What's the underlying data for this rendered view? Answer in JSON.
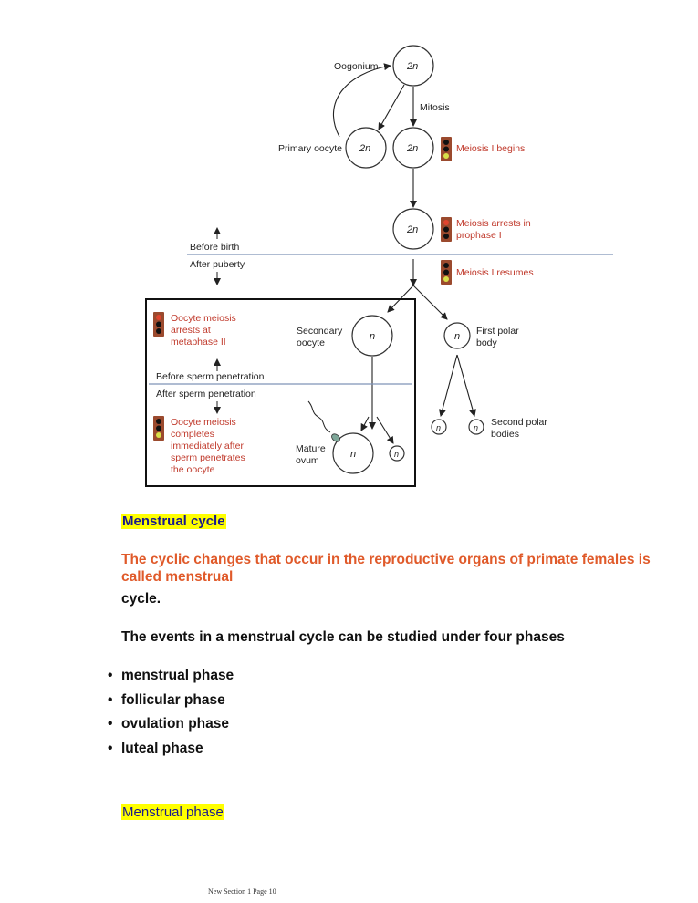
{
  "diagram": {
    "labels": {
      "oogonium": "Oogonium",
      "mitosis": "Mitosis",
      "primary_oocyte": "Primary oocyte",
      "meiosis_begins": "Meiosis I begins",
      "meiosis_arrests_1": "Meiosis arrests in",
      "meiosis_arrests_2": "prophase I",
      "before_birth": "Before birth",
      "after_puberty": "After puberty",
      "meiosis_resumes": "Meiosis I resumes",
      "arrest_meta_1": "Oocyte meiosis",
      "arrest_meta_2": "arrests at",
      "arrest_meta_3": "metaphase II",
      "secondary_oocyte_1": "Secondary",
      "secondary_oocyte_2": "oocyte",
      "first_polar_1": "First polar",
      "first_polar_2": "body",
      "before_sperm": "Before sperm penetration",
      "after_sperm": "After sperm penetration",
      "complete_1": "Oocyte meiosis",
      "complete_2": "completes",
      "complete_3": "immediately after",
      "complete_4": "sperm penetrates",
      "complete_5": "the oocyte",
      "mature_1": "Mature",
      "mature_2": "ovum",
      "second_polar_1": "Second polar",
      "second_polar_2": "bodies",
      "diploid": "2n",
      "haploid": "n"
    }
  },
  "headings": {
    "menstrual_cycle": "Menstrual cycle",
    "menstrual_phase": "Menstrual phase"
  },
  "body": {
    "intro": "The cyclic changes that occur in the reproductive organs of primate females is called menstrual",
    "intro_tail": "cycle.",
    "events": "The events in a menstrual cycle can be studied under four phases",
    "bullet": "•",
    "phases": [
      "menstrual phase",
      "follicular phase",
      "ovulation phase",
      "luteal phase"
    ]
  },
  "footer": "New Section 1 Page 10",
  "colors": {
    "heading_text": "#1a1a8c",
    "highlight": "#ffff00",
    "intro_text": "#e05a2a",
    "diagram_red": "#c0392b",
    "divider_blue": "#7f93b8"
  }
}
